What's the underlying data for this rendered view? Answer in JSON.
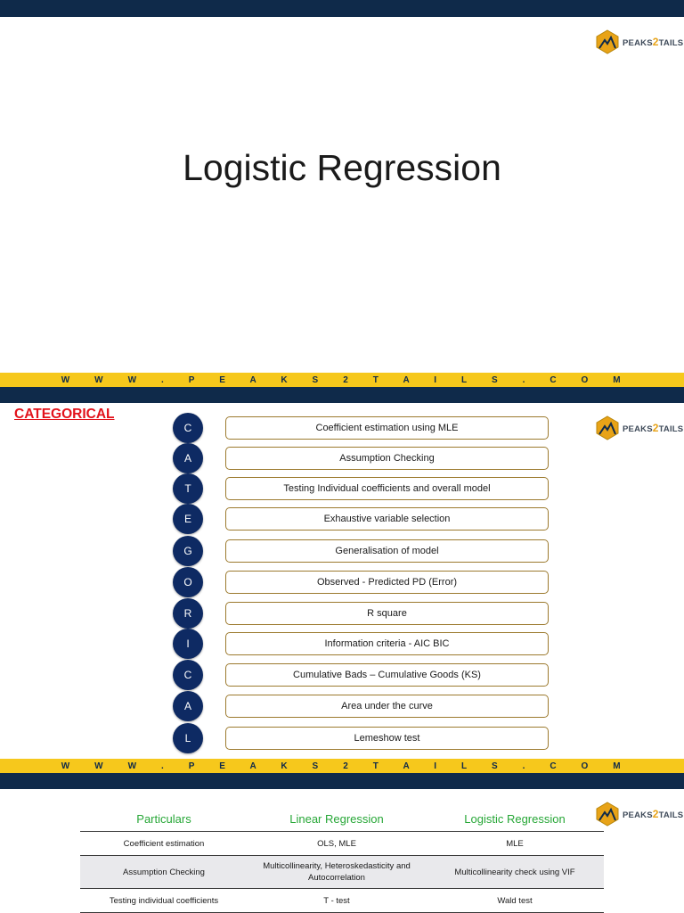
{
  "brand": {
    "logo_text_a": "PEAKS",
    "logo_text_two": "2",
    "logo_text_b": "TAILS",
    "url": "W W W . P E A K S 2 T A I L S . C O M",
    "colors": {
      "navy": "#0f2a4a",
      "yellow": "#f6c81c",
      "circle": "#0e2a63",
      "accent_red": "#e2121b",
      "header_green": "#27a737"
    }
  },
  "slide1": {
    "title": "Logistic Regression"
  },
  "slide2": {
    "heading": "CATEGORICAL",
    "items": [
      {
        "letter": "C",
        "text": "Coefficient estimation using MLE"
      },
      {
        "letter": "A",
        "text": "Assumption Checking"
      },
      {
        "letter": "T",
        "text": "Testing Individual coefficients and overall model"
      },
      {
        "letter": "E",
        "text": "Exhaustive variable selection"
      },
      {
        "letter": "G",
        "text": "Generalisation of model"
      },
      {
        "letter": "O",
        "text": "Observed - Predicted PD (Error)"
      },
      {
        "letter": "R",
        "text": "R square"
      },
      {
        "letter": "I",
        "text": "Information criteria - AIC BIC"
      },
      {
        "letter": "C",
        "text": "Cumulative Bads – Cumulative Goods (KS)"
      },
      {
        "letter": "A",
        "text": "Area under the curve"
      },
      {
        "letter": "L",
        "text": "Lemeshow test"
      }
    ]
  },
  "slide3": {
    "headers": [
      "Particulars",
      "Linear Regression",
      "Logistic Regression"
    ],
    "rows": [
      [
        "Coefficient estimation",
        "OLS, MLE",
        "MLE"
      ],
      [
        "Assumption Checking",
        "Multicollinearity, Heteroskedasticity and Autocorrelation",
        "Multicollinearity check using VIF"
      ],
      [
        "Testing individual coefficients",
        "T - test",
        "Wald test"
      ]
    ]
  }
}
